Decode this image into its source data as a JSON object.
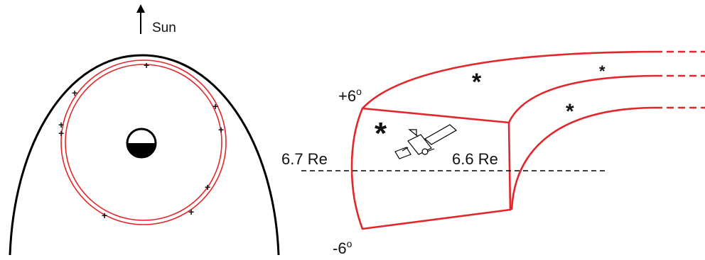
{
  "colors": {
    "outline": "#000000",
    "orbit": "#e2262a",
    "marker": "#1a7a3a",
    "dashed": "#000000"
  },
  "left_panel": {
    "sun_label": "Sun",
    "sun_arrow_icon": "arrow-up-icon",
    "earth_icon": "half-shaded-earth-icon",
    "marker_icon": "plus-marker-icon"
  },
  "right_panel": {
    "label_top_angle": "+6o",
    "label_top_angle_base": "+6",
    "label_top_angle_sup": "o",
    "label_bottom_angle_base": "-6",
    "label_bottom_angle_sup": "o",
    "label_radius_outer": "6.7 Re",
    "label_radius_inner": "6.6 Re",
    "satellite_icon": "satellite-icon",
    "asterisk_icon": "asterisk-icon"
  }
}
